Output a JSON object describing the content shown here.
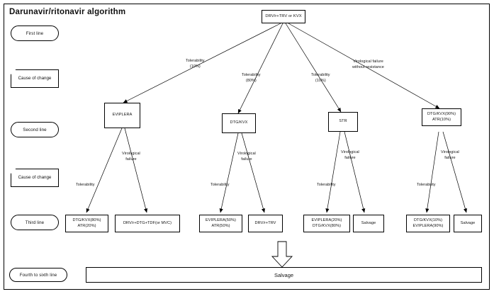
{
  "diagram": {
    "title": "Darunavir/ritonavir algorithm",
    "stage_rail": [
      {
        "label": "First line",
        "shape": "pill"
      },
      {
        "label": "Cause of change",
        "shape": "banner"
      },
      {
        "label": "Second line",
        "shape": "pill"
      },
      {
        "label": "Cause of change",
        "shape": "banner"
      },
      {
        "label": "Third line",
        "shape": "pill"
      },
      {
        "label": "Fourth to sixth line",
        "shape": "pill"
      }
    ],
    "nodes": {
      "root": "DRV/r+TRV or KVX",
      "second_line": [
        "EVIPLERA",
        "DTG/KVX",
        "STR",
        "DTG/KVX(90%)\nATR(10%)"
      ],
      "third_line": [
        "DTG/KVX(80%)\nATR(20%)",
        "DRV/r+DTG+TDF(or MVC)",
        "EVIPLERA(50%)\nATR(50%)",
        "DRV/r+TRV",
        "EVIPLERA(20%)\nDTG/KVX(80%)",
        "Salvage",
        "DTG/KVX(10%)\nEVIPLERA(90%)",
        "Salvage"
      ],
      "final": "Salvage"
    },
    "edge_labels": {
      "first_to_second": [
        "Tolerability\n(10%)",
        "Tolerability\n(80%)",
        "Tolerability\n(10%)",
        "Virological failure\nwithout resistance"
      ],
      "second_to_third": [
        "Tolerability",
        "Virological\nfailure",
        "Tolerability",
        "Virological\nfailure",
        "Tolerability",
        "Virological\nfailure",
        "Tolerability",
        "Virological\nfailure"
      ]
    },
    "colors": {
      "stroke": "#000000",
      "background": "#ffffff",
      "text": "#111111"
    },
    "arrow_down_icon": "down-block-arrow"
  }
}
